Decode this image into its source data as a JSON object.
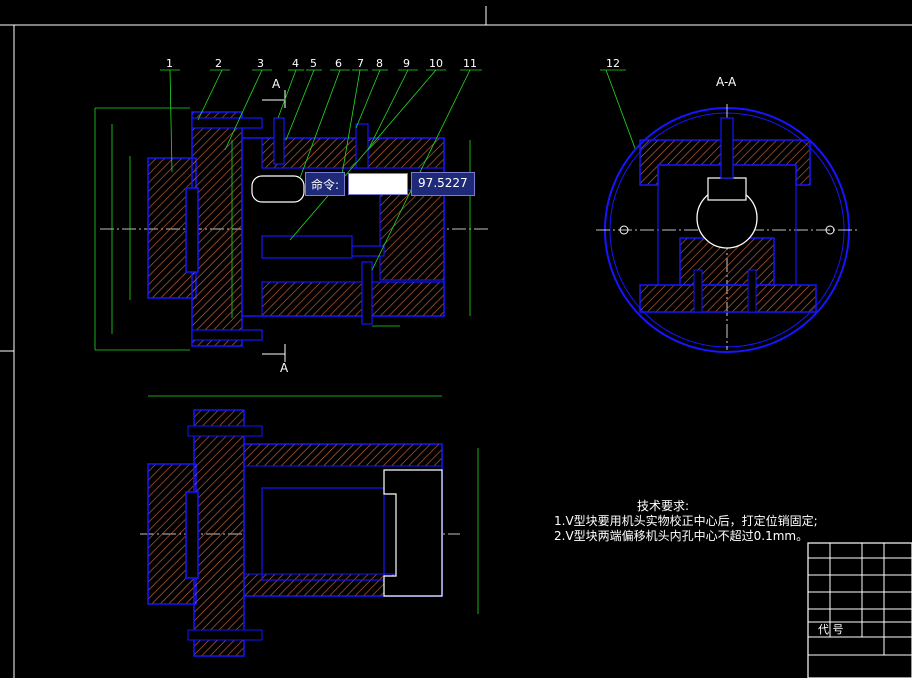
{
  "colors": {
    "outline": "#1515ff",
    "leader": "#22dd22",
    "hatch": "#c8643c",
    "center": "#ffffff",
    "frame": "#ffffff",
    "dimension": "#22dd22"
  },
  "part_labels": [
    "1",
    "2",
    "3",
    "4",
    "5",
    "6",
    "7",
    "8",
    "9",
    "10",
    "11",
    "12"
  ],
  "section": {
    "title": "A-A",
    "marker": "A"
  },
  "command": {
    "label": "命令:",
    "input_value": "",
    "readout": "97.5227"
  },
  "tech_requirements": {
    "title": "技术要求:",
    "items": [
      "1.V型块要用机头实物校正中心后，打定位销固定;",
      "2.V型块两端偏移机头内孔中心不超过0.1mm。"
    ]
  },
  "title_block": {
    "code_label": "代 号"
  }
}
